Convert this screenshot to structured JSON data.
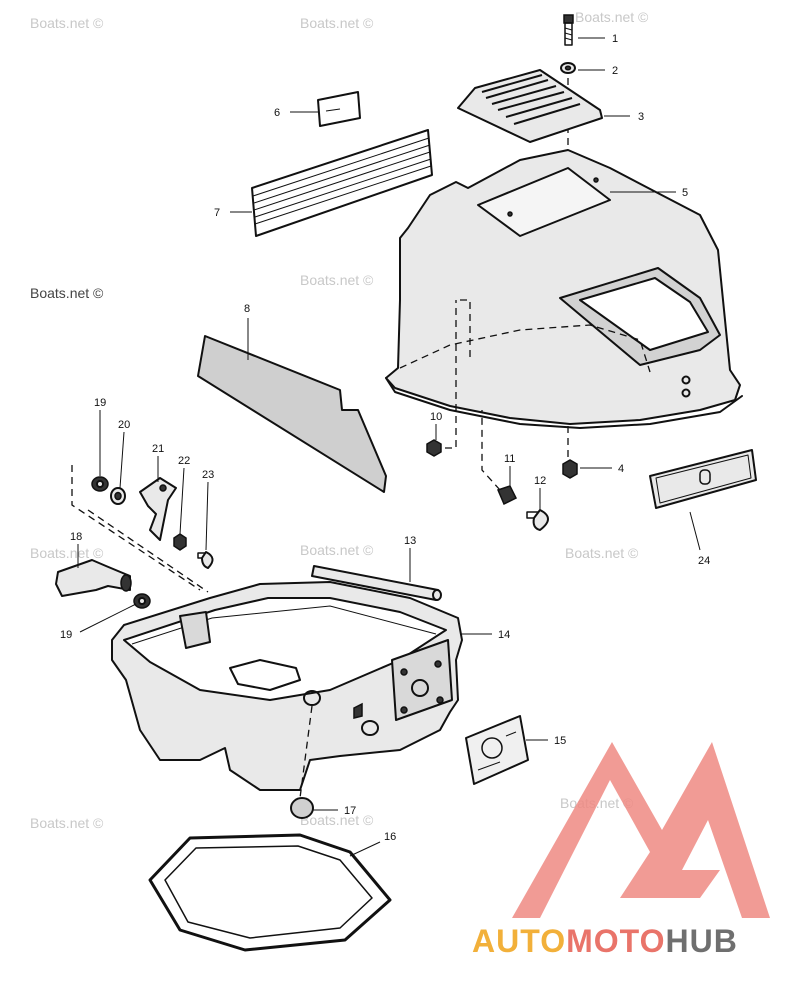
{
  "watermark": {
    "text": "Boats.net ©"
  },
  "callouts": [
    {
      "id": "callout-1",
      "label": "1"
    },
    {
      "id": "callout-2",
      "label": "2"
    },
    {
      "id": "callout-3",
      "label": "3"
    },
    {
      "id": "callout-4",
      "label": "4"
    },
    {
      "id": "callout-5",
      "label": "5"
    },
    {
      "id": "callout-6",
      "label": "6"
    },
    {
      "id": "callout-7",
      "label": "7"
    },
    {
      "id": "callout-8",
      "label": "8"
    },
    {
      "id": "callout-10",
      "label": "10"
    },
    {
      "id": "callout-11",
      "label": "11"
    },
    {
      "id": "callout-12",
      "label": "12"
    },
    {
      "id": "callout-13",
      "label": "13"
    },
    {
      "id": "callout-14",
      "label": "14"
    },
    {
      "id": "callout-15",
      "label": "15"
    },
    {
      "id": "callout-16",
      "label": "16"
    },
    {
      "id": "callout-17",
      "label": "17"
    },
    {
      "id": "callout-18",
      "label": "18"
    },
    {
      "id": "callout-19a",
      "label": "19"
    },
    {
      "id": "callout-19b",
      "label": "19"
    },
    {
      "id": "callout-20",
      "label": "20"
    },
    {
      "id": "callout-21",
      "label": "21"
    },
    {
      "id": "callout-22",
      "label": "22"
    },
    {
      "id": "callout-23",
      "label": "23"
    },
    {
      "id": "callout-24",
      "label": "24"
    }
  ],
  "brand": {
    "part1": "AUTO",
    "part2": "MOTO",
    "part3": "HUB",
    "color1": "#f2b03a",
    "color2": "#e9746a",
    "color3": "#6f6f6f",
    "logo_color": "#ef8a82"
  }
}
